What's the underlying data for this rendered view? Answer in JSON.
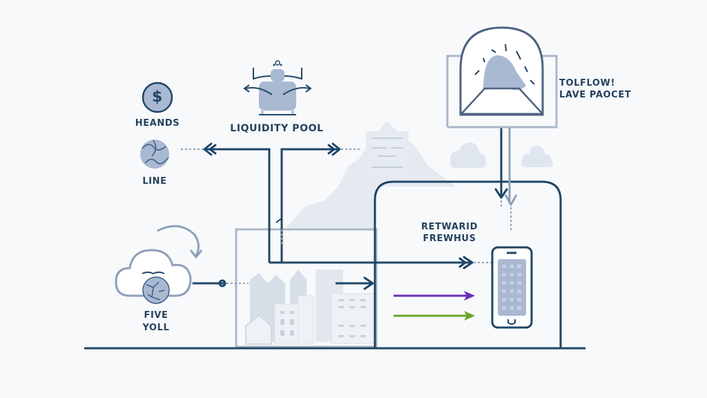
{
  "colors": {
    "primary_line": "#1f4666",
    "secondary_line": "#8ea0b8",
    "fill_light": "#dfe6ef",
    "fill_mid": "#a9b9d2",
    "purple_arrow": "#6a2fb8",
    "green_arrow": "#6aa52a",
    "background": "#f7f9fb"
  },
  "labels": {
    "heands": "HEANDS",
    "line": "LINE",
    "liquidity_pool": "LIQUIDITY POOL",
    "tolflow_line1": "TOLFLOW!",
    "tolflow_line2": "LAVE PAOCET",
    "five_line1": "FIVE",
    "five_line2": "YOLL",
    "reward_line1": "RETWARID",
    "reward_line2": "FREWHUS"
  },
  "icons": {
    "dollar": "$"
  }
}
